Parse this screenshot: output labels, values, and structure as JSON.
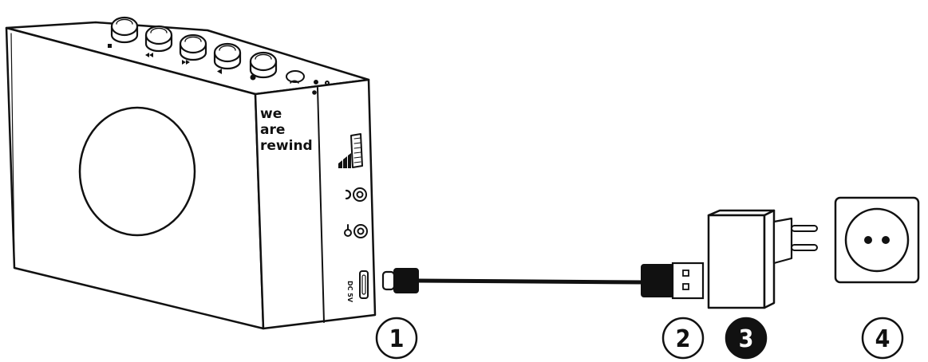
{
  "device": {
    "brand_lines": [
      "we",
      "are",
      "rewind"
    ],
    "dc_label": "DC 5V"
  },
  "steps": [
    {
      "number": "1",
      "style": "outline"
    },
    {
      "number": "2",
      "style": "outline"
    },
    {
      "number": "3",
      "style": "filled"
    },
    {
      "number": "4",
      "style": "outline"
    }
  ],
  "colors": {
    "line": "#111111",
    "background": "#ffffff"
  }
}
